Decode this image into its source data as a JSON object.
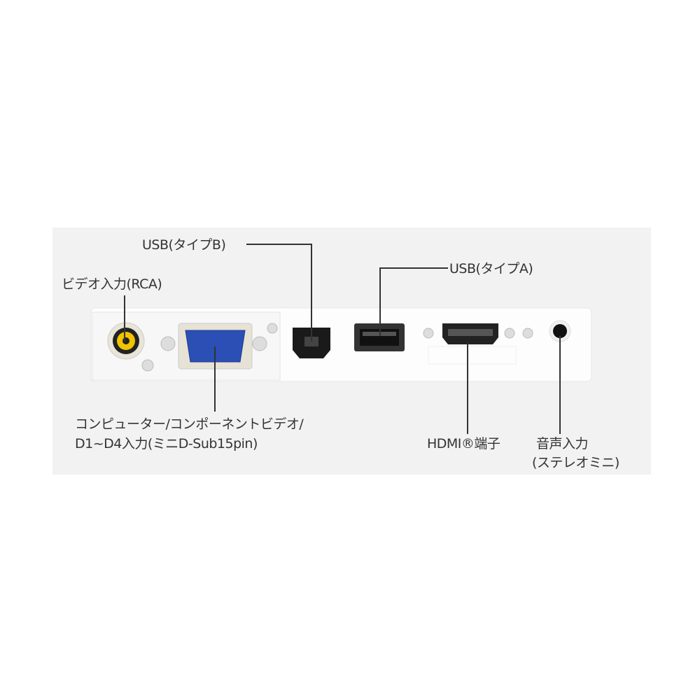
{
  "labels": {
    "video_in": "ビデオ入力(RCA)",
    "usb_b": "USB(タイプB)",
    "usb_a": "USB(タイプA)",
    "computer_line1": "コンピューター/コンポーネントビデオ/",
    "computer_line2": "D1~D4入力(ミニD-Sub15pin)",
    "hdmi": "HDMI®端子",
    "audio_line1": "音声入力",
    "audio_line2": "(ステレオミニ)"
  },
  "colors": {
    "panel": "#f2f2f2",
    "device": "#ffffff",
    "vga": "#2b4fb5",
    "rca": "#f0c400",
    "leader": "#333333"
  }
}
